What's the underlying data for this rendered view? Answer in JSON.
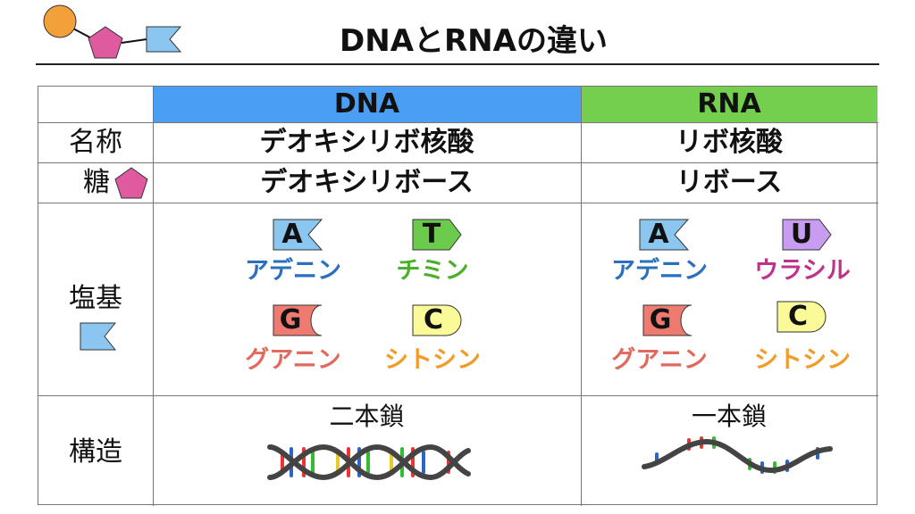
{
  "title": "DNAとRNAの違い",
  "colors": {
    "dna_header": "#4a9ff5",
    "rna_header": "#74cf4e",
    "sugar": "#e05aa0",
    "phosphate": "#f2a03a",
    "base_A": "#8ac6f0",
    "base_T": "#6ccb4c",
    "base_G": "#ef7a70",
    "base_C": "#fafa98",
    "base_U": "#c89cf0",
    "name_A": "#2b70bf",
    "name_T": "#4caf2a",
    "name_G": "#e2695e",
    "name_C": "#f29b26",
    "name_U": "#c0328a"
  },
  "table": {
    "columns": [
      "DNA",
      "RNA"
    ],
    "rows": [
      {
        "label": "名称",
        "dna": "デオキシリボ核酸",
        "rna": "リボ核酸"
      },
      {
        "label": "糖",
        "dna": "デオキシリボース",
        "rna": "リボース"
      },
      {
        "label": "塩基"
      },
      {
        "label": "構造"
      }
    ],
    "bases": {
      "dna": [
        {
          "letter": "A",
          "name": "アデニン"
        },
        {
          "letter": "T",
          "name": "チミン"
        },
        {
          "letter": "G",
          "name": "グアニン"
        },
        {
          "letter": "C",
          "name": "シトシン"
        }
      ],
      "rna": [
        {
          "letter": "A",
          "name": "アデニン"
        },
        {
          "letter": "U",
          "name": "ウラシル"
        },
        {
          "letter": "G",
          "name": "グアニン"
        },
        {
          "letter": "C",
          "name": "シトシン"
        }
      ]
    },
    "structure": {
      "dna": "二本鎖",
      "rna": "一本鎖"
    }
  }
}
